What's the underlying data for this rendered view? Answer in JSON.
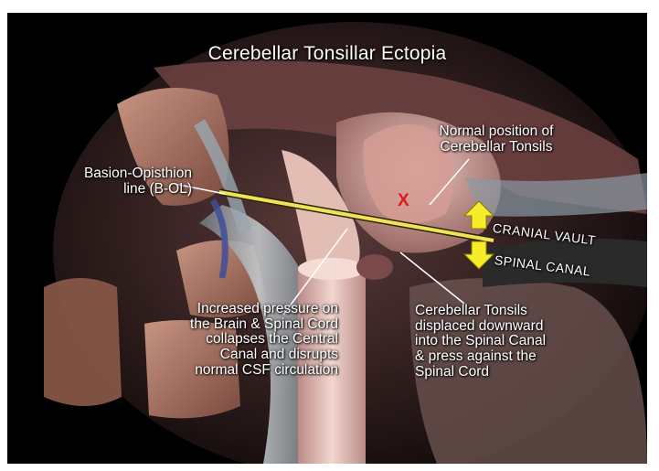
{
  "title": "Cerebellar Tonsillar Ectopia",
  "labels": {
    "bol": "Basion-Opisthion\nline (B-OL)",
    "normal_position": "Normal position of\nCerebellar Tonsils",
    "cranial_vault": "CRANIAL VAULT",
    "spinal_canal": "SPINAL CANAL",
    "pressure": "Increased pressure on\nthe Brain & Spinal Cord\ncollapses the Central\nCanal and disrupts\nnormal CSF circulation",
    "tonsils_displaced": "Cerebellar Tonsils\ndisplaced downward\ninto the Spinal Canal\n& press against the\nSpinal Cord",
    "x_mark": "X"
  },
  "colors": {
    "background": "#000000",
    "bol_line": "#f0e25a",
    "arrow": "#f5ec2a",
    "x_mark": "#e01818",
    "tissue": "#b07a72",
    "bone": "#9b6a5c"
  }
}
